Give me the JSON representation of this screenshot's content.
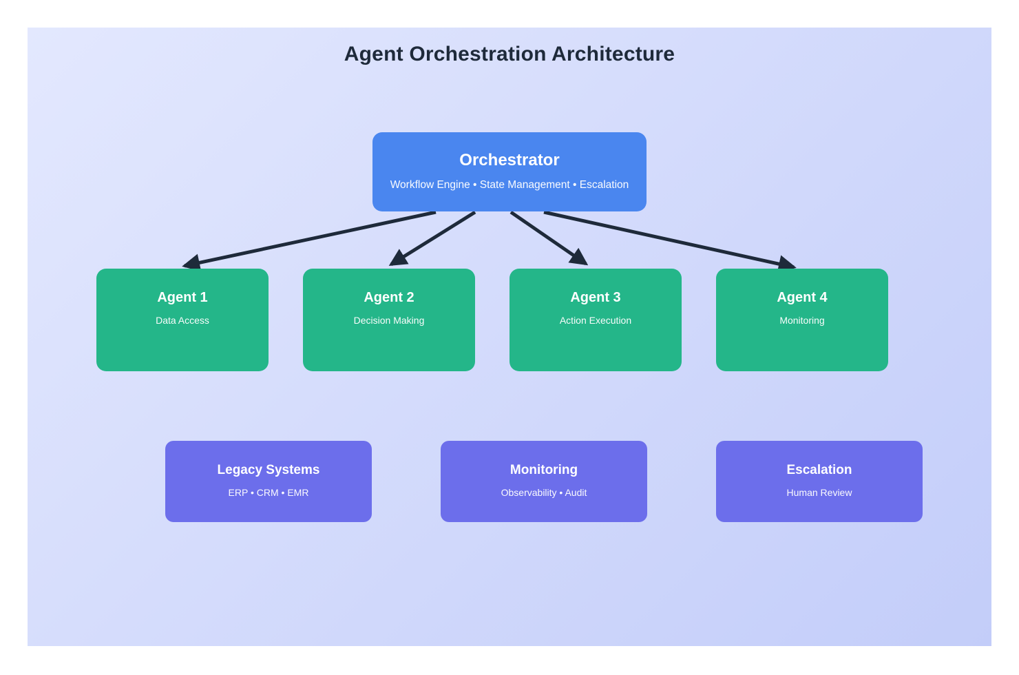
{
  "title": "Agent Orchestration Architecture",
  "orchestrator": {
    "title": "Orchestrator",
    "subtitle": "Workflow Engine • State Management • Escalation"
  },
  "agents": [
    {
      "title": "Agent 1",
      "subtitle": "Data Access"
    },
    {
      "title": "Agent 2",
      "subtitle": "Decision Making"
    },
    {
      "title": "Agent 3",
      "subtitle": "Action Execution"
    },
    {
      "title": "Agent 4",
      "subtitle": "Monitoring"
    }
  ],
  "systems": [
    {
      "title": "Legacy Systems",
      "subtitle": "ERP • CRM • EMR"
    },
    {
      "title": "Monitoring",
      "subtitle": "Observability • Audit"
    },
    {
      "title": "Escalation",
      "subtitle": "Human Review"
    }
  ],
  "connections": [
    {
      "from": "orchestrator",
      "to": "agent-1"
    },
    {
      "from": "orchestrator",
      "to": "agent-2"
    },
    {
      "from": "orchestrator",
      "to": "agent-3"
    },
    {
      "from": "orchestrator",
      "to": "agent-4"
    }
  ],
  "colors": {
    "ink": "#1e2a3a",
    "blue": "#4a86ef",
    "green": "#24b689",
    "purple": "#6c6eeb",
    "bg-light": "#e3e8fe",
    "bg-dark": "#c3cdf9"
  }
}
